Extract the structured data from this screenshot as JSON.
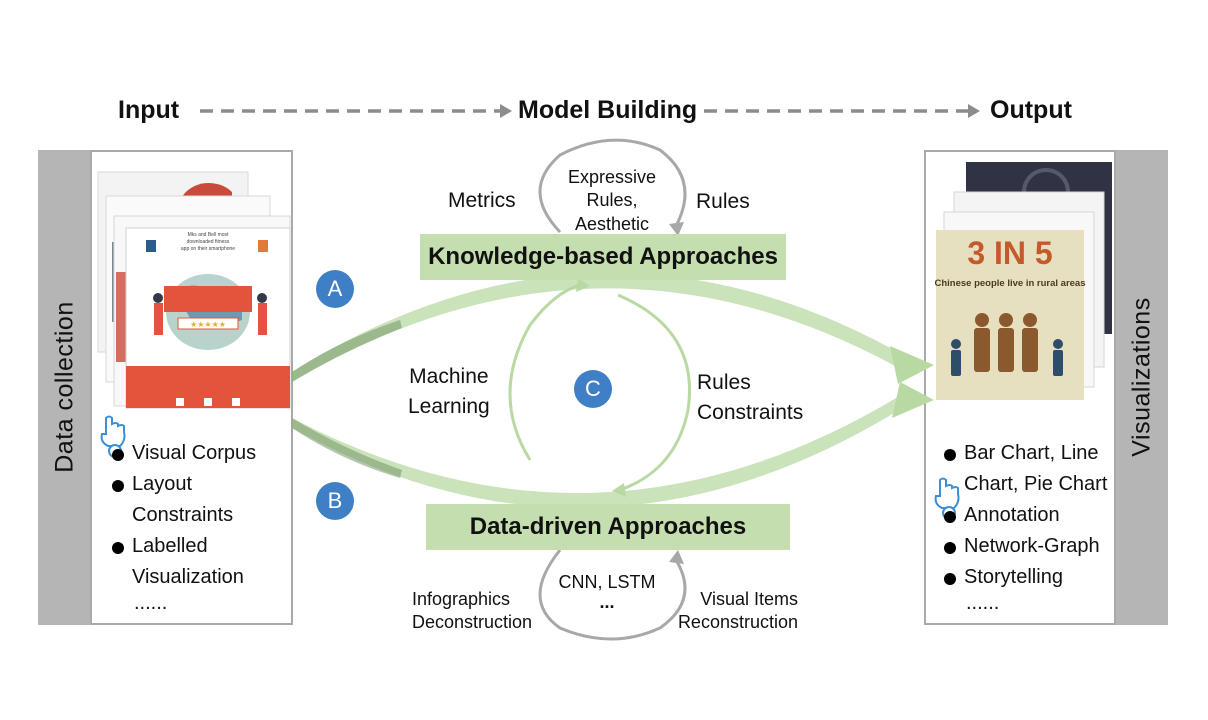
{
  "header": {
    "input": "Input",
    "model_building": "Model Building",
    "output": "Output"
  },
  "left": {
    "side_title": "Data collection",
    "items": [
      "Visual Corpus",
      "Layout Constraints",
      "Labelled Visualization"
    ],
    "more": "......"
  },
  "right": {
    "side_title": "Visualizations",
    "items": [
      "Bar Chart, Line Chart, Pie Chart",
      "Annotation",
      "Network-Graph",
      "Storytelling"
    ],
    "more": "......",
    "thumb": {
      "headline": "3 IN 5",
      "subline": "Chinese people live in rural areas"
    }
  },
  "knowledge": {
    "title": "Knowledge-based Approaches",
    "loop_text_1": "Expressive Rules,",
    "loop_text_2": "Aesthetic Metrics",
    "loop_dots": "...",
    "left_label": "Metrics",
    "right_label": "Rules"
  },
  "data_driven": {
    "title": "Data-driven Approaches",
    "loop_text_1": "CNN, LSTM",
    "loop_dots": "...",
    "left_label_1": "Infographics",
    "left_label_2": "Deconstruction",
    "right_label_1": "Visual Items",
    "right_label_2": "Reconstruction"
  },
  "center": {
    "badge_a": "A",
    "badge_b": "B",
    "badge_c": "C",
    "ml_1": "Machine",
    "ml_2": "Learning",
    "rc_1": "Rules",
    "rc_2": "Constraints"
  },
  "colors": {
    "green_box": "#c5deb0",
    "green_arrow": "#b9d9a3",
    "blue_badge": "#3f7fc6",
    "gray_bar": "#b5b5b5"
  }
}
